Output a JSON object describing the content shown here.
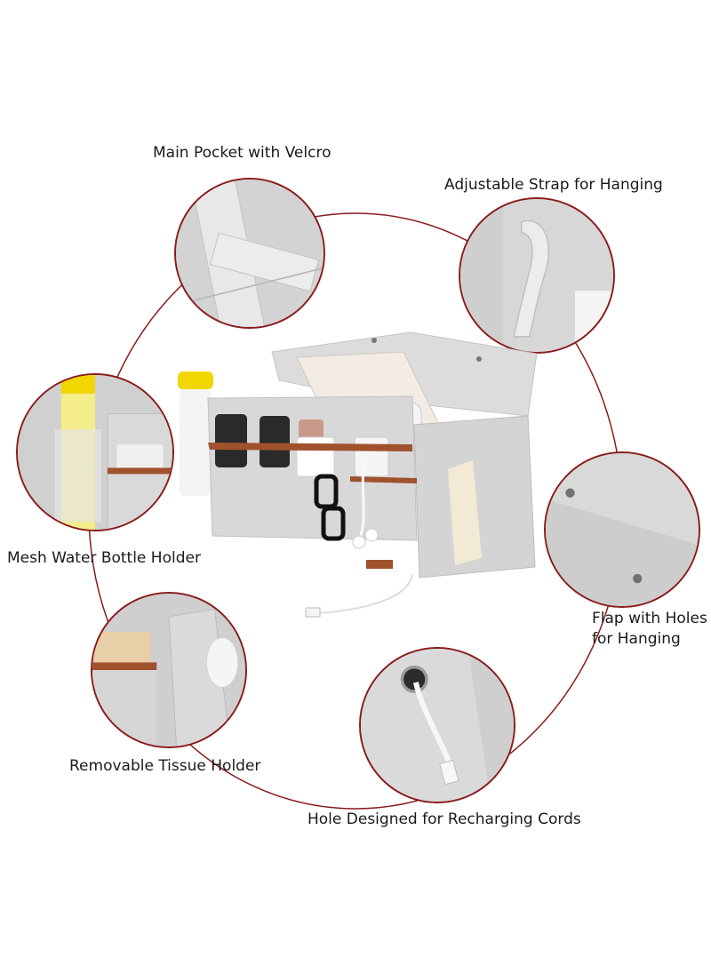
{
  "labels": {
    "main_pocket": "Main Pocket with Velcro",
    "strap": "Adjustable Strap for Hanging",
    "bottle": "Mesh Water Bottle Holder",
    "flap_line1": "Flap with Holes",
    "flap_line2": "for Hanging",
    "tissue": "Removable Tissue Holder",
    "cord": "Hole Designed for Recharging Cords"
  },
  "colors": {
    "ring": "#8a1c1c",
    "felt": "#d6d6d6",
    "felt_dark": "#bdbdbd",
    "leather": "#a0522d",
    "yellow": "#f2d600"
  }
}
